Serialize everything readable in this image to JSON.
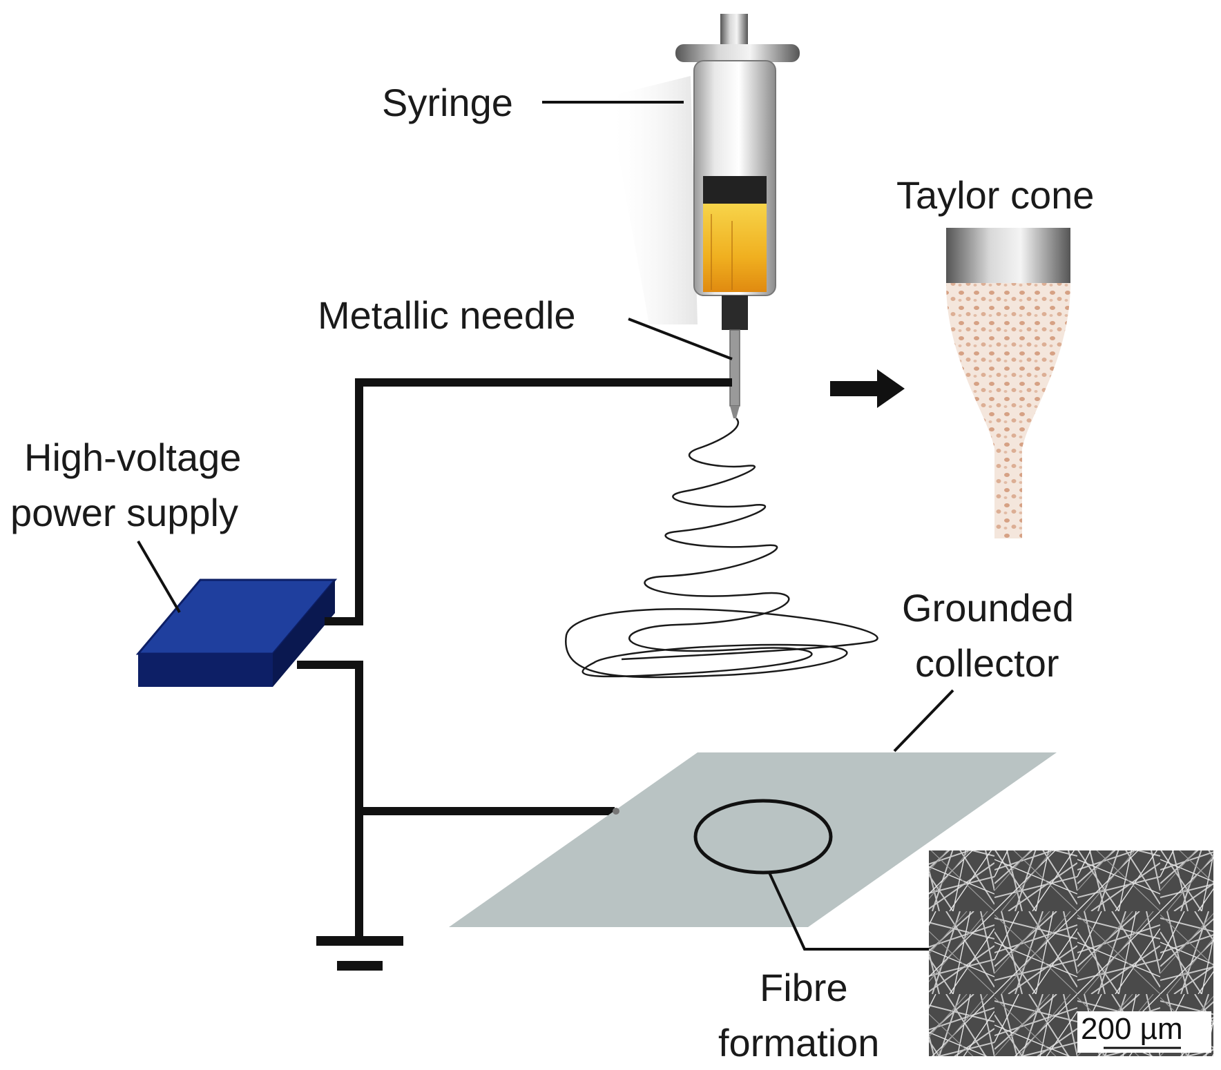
{
  "labels": {
    "syringe": "Syringe",
    "taylor_cone": "Taylor cone",
    "metallic_needle": "Metallic needle",
    "power_supply_line1": "High-voltage",
    "power_supply_line2": "power supply",
    "grounded_collector_line1": "Grounded",
    "grounded_collector_line2": "collector",
    "fibre_formation_line1": "Fibre",
    "fibre_formation_line2": "formation",
    "scale_bar": "200 µm"
  },
  "colors": {
    "power_supply_top": "#1f3f9e",
    "power_supply_side": "#0d1f66",
    "collector": "#b9c3c3",
    "wire": "#111111",
    "syringe_liquid": "#f0b020",
    "taylor_cone_liquid": "#d9a98c"
  }
}
